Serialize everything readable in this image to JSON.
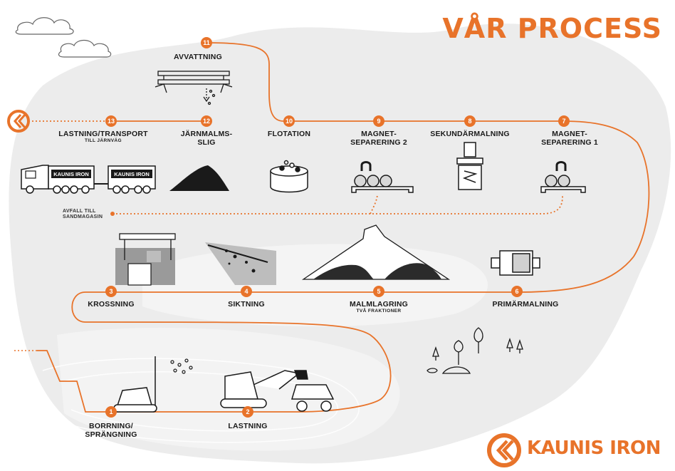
{
  "title": "VÅR PROCESS",
  "brand": {
    "name": "KAUNIS IRON",
    "truck_text": "KAUNIS IRON",
    "logo": "kaunis-iron-logo-icon"
  },
  "colors": {
    "accent": "#e8732a",
    "ink": "#1a1a1a",
    "backdrop": "#ededed"
  },
  "waste_label": {
    "line1": "AVFALL TILL",
    "line2": "SANDMAGASIN"
  },
  "steps": [
    {
      "num": "1",
      "label": "BORRNING/",
      "label2": "SPRÄNGNING",
      "sub": "",
      "icon": "drill-rig-icon"
    },
    {
      "num": "2",
      "label": "LASTNING",
      "label2": "",
      "sub": "",
      "icon": "excavator-icon"
    },
    {
      "num": "3",
      "label": "KROSSNING",
      "label2": "",
      "sub": "",
      "icon": "crusher-icon"
    },
    {
      "num": "4",
      "label": "SIKTNING",
      "label2": "",
      "sub": "",
      "icon": "screen-icon"
    },
    {
      "num": "5",
      "label": "MALMLAGRING",
      "label2": "",
      "sub": "TVÅ FRAKTIONER",
      "icon": "ore-storage-icon"
    },
    {
      "num": "6",
      "label": "PRIMÄRMALNING",
      "label2": "",
      "sub": "",
      "icon": "mill-icon"
    },
    {
      "num": "7",
      "label": "MAGNET-",
      "label2": "SEPARERING 1",
      "sub": "",
      "icon": "magnet-icon"
    },
    {
      "num": "8",
      "label": "SEKUNDÄRMALNING",
      "label2": "",
      "sub": "",
      "icon": "secondary-mill-icon"
    },
    {
      "num": "9",
      "label": "MAGNET-",
      "label2": "SEPARERING 2",
      "sub": "",
      "icon": "magnet-icon"
    },
    {
      "num": "10",
      "label": "FLOTATION",
      "label2": "",
      "sub": "",
      "icon": "flotation-tank-icon"
    },
    {
      "num": "11",
      "label": "AVVATTNING",
      "label2": "",
      "sub": "",
      "icon": "filter-icon"
    },
    {
      "num": "12",
      "label": "JÄRNMALMS-",
      "label2": "SLIG",
      "sub": "",
      "icon": "concentrate-pile-icon"
    },
    {
      "num": "13",
      "label": "LASTNING/TRANSPORT",
      "label2": "",
      "sub": "TILL JÄRNVÄG",
      "icon": "truck-icon"
    }
  ]
}
